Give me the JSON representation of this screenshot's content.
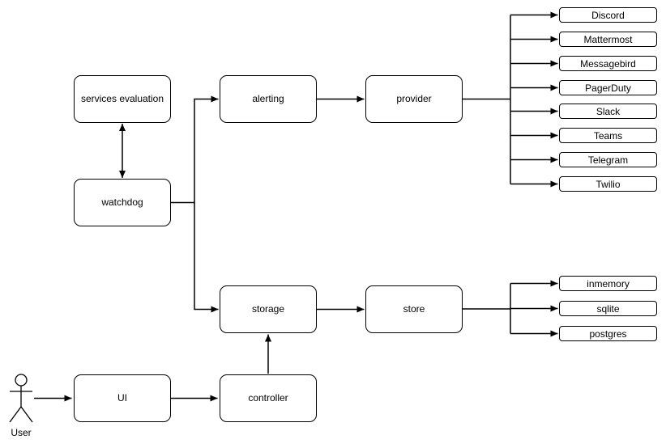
{
  "diagram": {
    "actor": {
      "label": "User"
    },
    "nodes": {
      "services_evaluation": "services evaluation",
      "watchdog": "watchdog",
      "alerting": "alerting",
      "provider": "provider",
      "storage": "storage",
      "store": "store",
      "ui": "UI",
      "controller": "controller"
    },
    "providers": [
      "Discord",
      "Mattermost",
      "Messagebird",
      "PagerDuty",
      "Slack",
      "Teams",
      "Telegram",
      "Twilio"
    ],
    "stores": [
      "inmemory",
      "sqlite",
      "postgres"
    ],
    "edges": [
      {
        "from": "services evaluation",
        "to": "watchdog",
        "direction": "bidirectional"
      },
      {
        "from": "watchdog",
        "to": "alerting",
        "direction": "forward"
      },
      {
        "from": "watchdog",
        "to": "storage",
        "direction": "forward"
      },
      {
        "from": "alerting",
        "to": "provider",
        "direction": "forward"
      },
      {
        "from": "provider",
        "to": "Discord",
        "direction": "forward"
      },
      {
        "from": "provider",
        "to": "Mattermost",
        "direction": "forward"
      },
      {
        "from": "provider",
        "to": "Messagebird",
        "direction": "forward"
      },
      {
        "from": "provider",
        "to": "PagerDuty",
        "direction": "forward"
      },
      {
        "from": "provider",
        "to": "Slack",
        "direction": "forward"
      },
      {
        "from": "provider",
        "to": "Teams",
        "direction": "forward"
      },
      {
        "from": "provider",
        "to": "Telegram",
        "direction": "forward"
      },
      {
        "from": "provider",
        "to": "Twilio",
        "direction": "forward"
      },
      {
        "from": "storage",
        "to": "store",
        "direction": "forward"
      },
      {
        "from": "store",
        "to": "inmemory",
        "direction": "forward"
      },
      {
        "from": "store",
        "to": "sqlite",
        "direction": "forward"
      },
      {
        "from": "store",
        "to": "postgres",
        "direction": "forward"
      },
      {
        "from": "controller",
        "to": "storage",
        "direction": "forward"
      },
      {
        "from": "UI",
        "to": "controller",
        "direction": "forward"
      },
      {
        "from": "User",
        "to": "UI",
        "direction": "forward"
      }
    ],
    "colors": {
      "stroke": "#000000",
      "fill": "#ffffff",
      "text": "#000000",
      "background": "#ffffff"
    }
  }
}
